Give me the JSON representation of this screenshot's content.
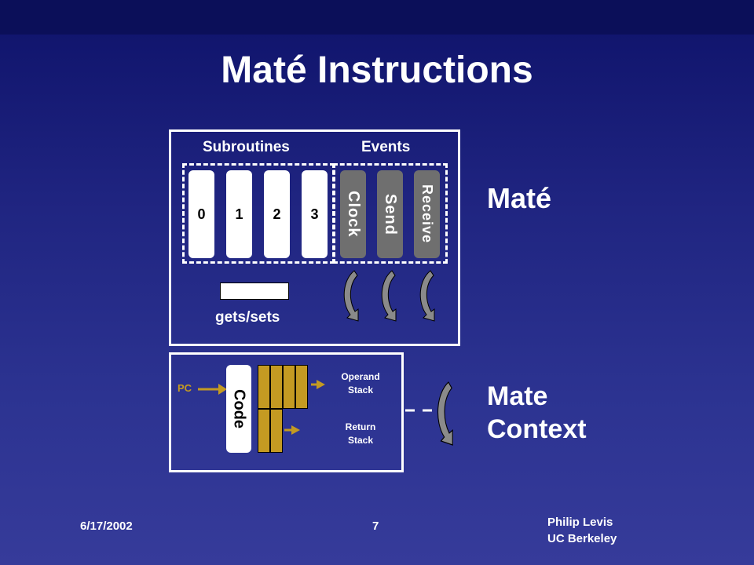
{
  "slide": {
    "title": "Maté Instructions",
    "date": "6/17/2002",
    "page": "7",
    "author": "Philip Levis",
    "affiliation": "UC Berkeley"
  },
  "mate": {
    "subroutines_label": "Subroutines",
    "events_label": "Events",
    "subroutines": [
      "0",
      "1",
      "2",
      "3"
    ],
    "events": [
      "Clock",
      "Send",
      "Receive"
    ],
    "gets_sets_label": "gets/sets",
    "side_label": "Maté"
  },
  "context": {
    "code_label": "Code",
    "pc_label": "PC",
    "operand_stack_label": "Operand Stack",
    "return_stack_label": "Return Stack",
    "side_label_line1": "Mate",
    "side_label_line2": "Context"
  },
  "colors": {
    "stack_fill": "#c49a22",
    "event_fill": "#6f6f6f",
    "pc_color": "#c49a22",
    "arrow_fill": "#8a8a8a"
  }
}
